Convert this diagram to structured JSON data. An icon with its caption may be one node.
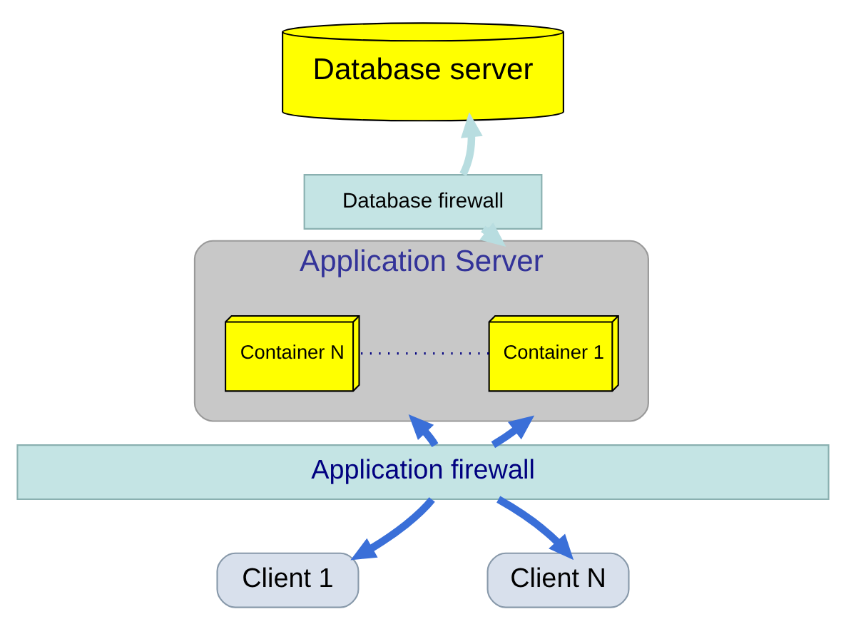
{
  "diagram": {
    "nodes": [
      {
        "text": [
          "Database server"
        ]
      },
      {
        "text": [
          "Database firewall"
        ]
      },
      {
        "text": [
          "Application Server"
        ]
      },
      {
        "text": [
          "Container 1"
        ],
        "in": 2
      },
      {
        "text": [
          "Container N"
        ],
        "in": 2
      },
      {
        "text": [
          "Application firewall"
        ]
      },
      {
        "text": [
          "Client 1"
        ]
      },
      {
        "text": [
          "Client N"
        ]
      }
    ],
    "edges": [
      {
        "from": 1,
        "to": 0,
        "arrow": "to",
        "color": "#b8dde0"
      },
      {
        "from": 1,
        "to": 2,
        "arrow": "to",
        "color": "#b8dde0"
      },
      {
        "from": 3,
        "to": 4,
        "arrow": "none",
        "style": "dashed",
        "color": "#000080"
      },
      {
        "from": 5,
        "to": 2,
        "arrow": "to"
      },
      {
        "from": 5,
        "to": 6,
        "arrow": "to"
      },
      {
        "from": 5,
        "to": 2,
        "arrow": "to"
      },
      {
        "from": 5,
        "to": 7,
        "arrow": "to"
      }
    ]
  }
}
